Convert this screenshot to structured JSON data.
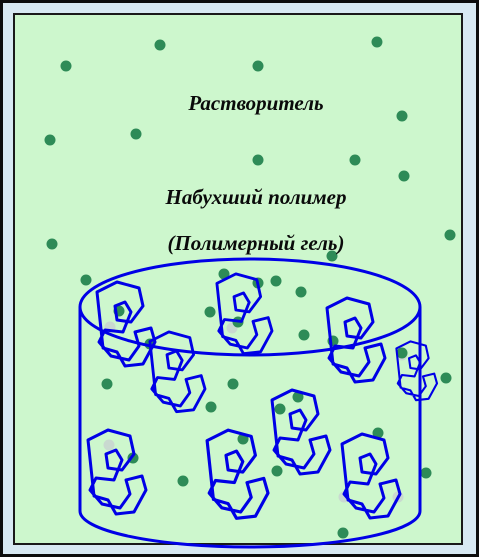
{
  "labels": {
    "solvent": "Растворитель",
    "gel_line1": "Набухший полимер",
    "gel_line2": "(Полимерный гель)"
  },
  "colors": {
    "outer_background": "#d8e9f3",
    "panel_background": "#cdf7cd",
    "solvent_dot": "#2e8b57",
    "faint_dot": "#c9d9d0",
    "vessel_and_chains": "#0000e6"
  },
  "icons": {
    "vessel": "cylinder-icon",
    "chain": "polymer-coil-icon",
    "molecule": "solvent-molecule-icon"
  }
}
